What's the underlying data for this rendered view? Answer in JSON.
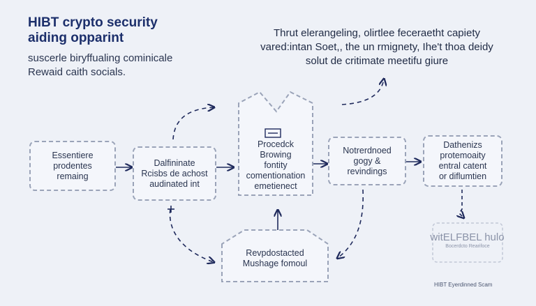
{
  "header": {
    "title": "HIBT crypto security\naiding opparint",
    "subtitle": "suscerle biryffualing cominicale\nRewaid caith socials."
  },
  "note": {
    "text": "Thrut elerangeling, olirtlee feceraetht capiety\nvared:intan Soet,, the un rmignety, Ihe't thoa deidy\nsolut de critimate meetifu giure"
  },
  "nodes": {
    "n1": "Essentiere\nprodentes\nremaing",
    "n2": "Dalfininate\nRcisbs de achost\naudinated int",
    "n3": "Procedck\nBrowing\nfontity\ncomentionation\nemetienect",
    "n4": "Notrerdnoed\ngogy &\nrevindings",
    "n5": "Dathenizs\nprotemoaity\nentral catent\nor diflumtien",
    "n6": "Revpdostacted\nMushage fomoul"
  },
  "logo": {
    "text": "witELFBEL hulo",
    "sub": "Bocerdcto Rearifoce"
  },
  "footer": {
    "text": "HIBT Eyerdinned Scam"
  },
  "colors": {
    "background": "#eef1f7",
    "title": "#1c2f6b",
    "arrow": "#1f2a5c",
    "box_border": "#9aa3b8"
  },
  "icons": [
    "arrow-icon",
    "document-icon"
  ]
}
